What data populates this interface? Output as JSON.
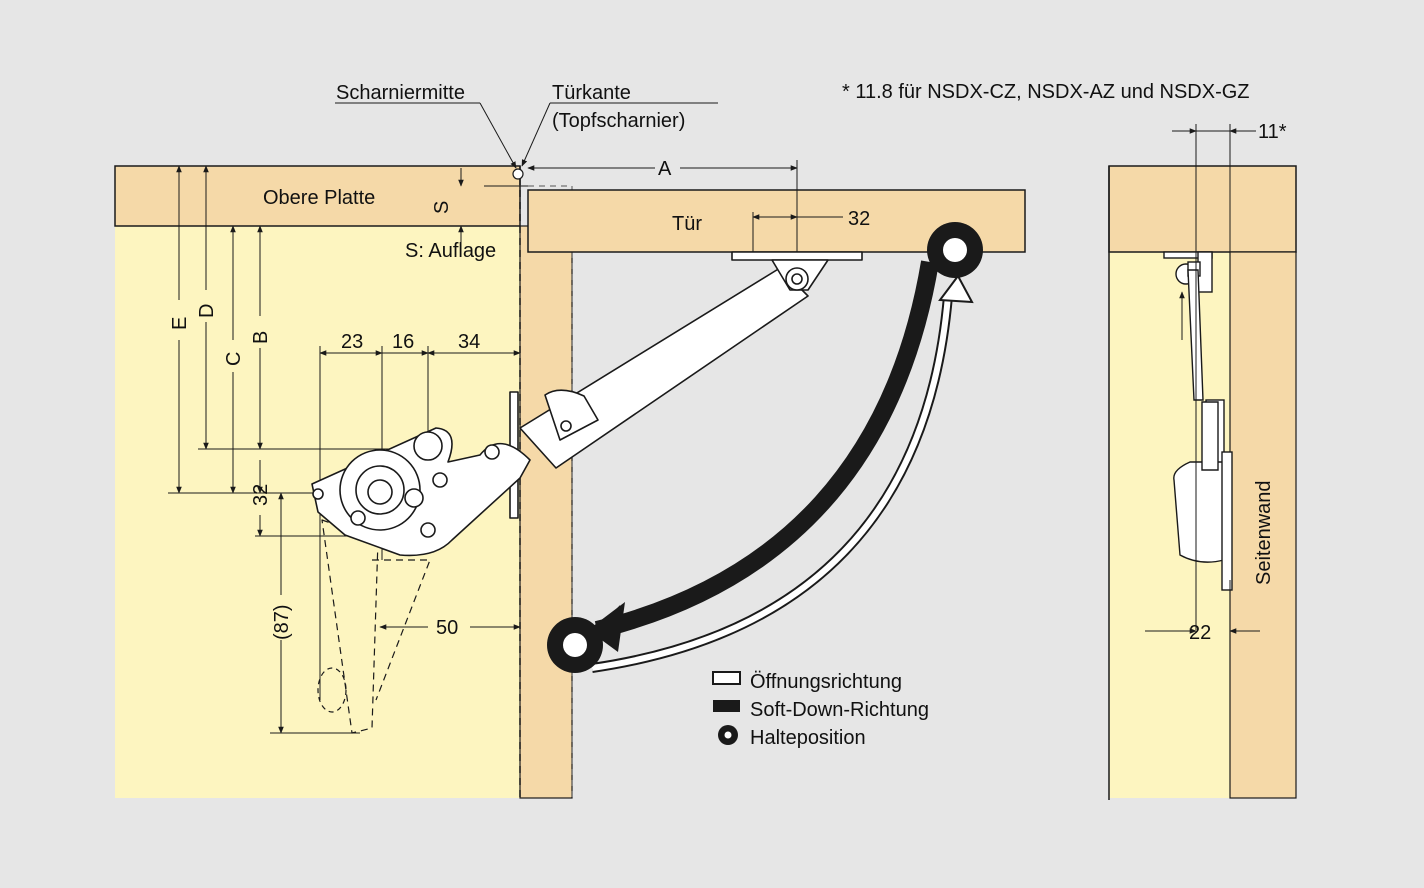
{
  "labels": {
    "hinge_center": "Scharniermitte",
    "door_edge": "Türkante",
    "door_edge_sub": "(Topfscharnier)",
    "footnote": "* 11.8 für NSDX-CZ, NSDX-AZ und NSDX-GZ",
    "top_panel": "Obere Platte",
    "support_note": "S: Auflage",
    "door": "Tür",
    "side_wall": "Seitenwand"
  },
  "dimensions": {
    "A": "A",
    "S": "S",
    "E": "E",
    "D": "D",
    "C": "C",
    "B": "B",
    "d23": "23",
    "d16": "16",
    "d34": "34",
    "d32_door": "32",
    "d32_side": "32",
    "d87": "(87)",
    "d50": "50",
    "d11": "11*",
    "d22": "22"
  },
  "legend": [
    {
      "key": "opening",
      "label": "Öffnungsrichtung"
    },
    {
      "key": "softdown",
      "label": "Soft-Down-Richtung"
    },
    {
      "key": "hold",
      "label": "Halteposition"
    }
  ],
  "colors": {
    "background": "#e6e6e6",
    "wood": "#f5d9a8",
    "panel": "#fdf5c0",
    "line": "#1a1a1a",
    "metal": "#ffffff"
  }
}
